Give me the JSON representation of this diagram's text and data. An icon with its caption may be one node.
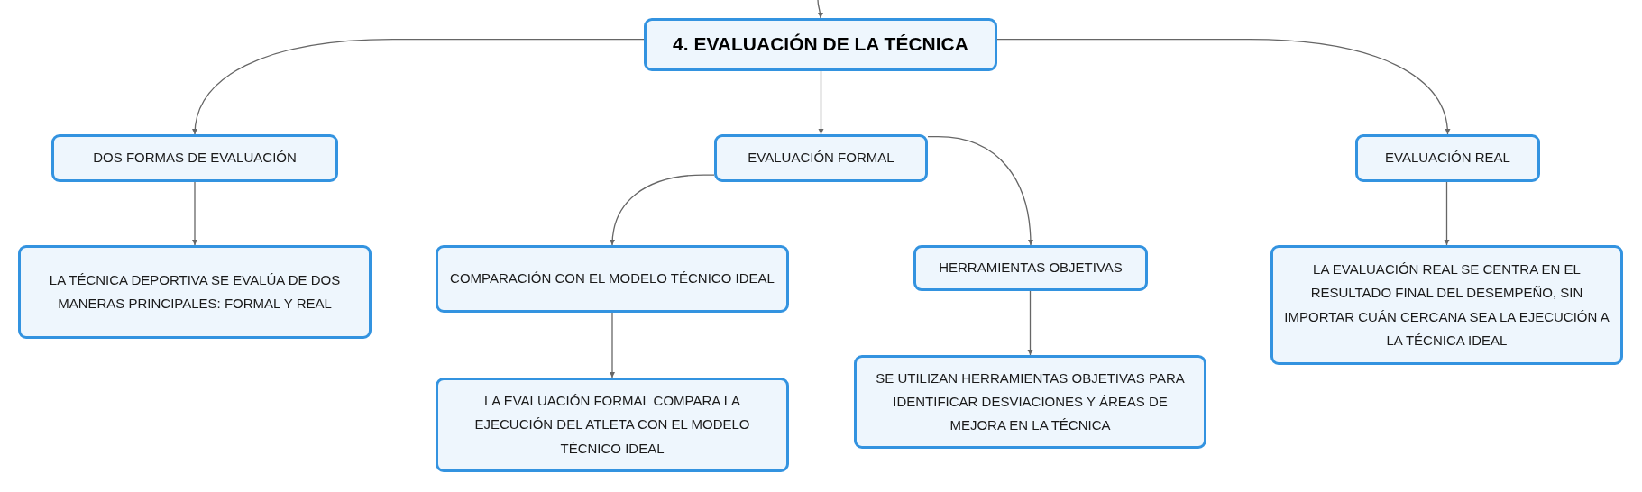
{
  "diagram": {
    "nodes": [
      {
        "text": [
          "4. EVALUACIÓN DE LA TÉCNICA"
        ]
      },
      {
        "text": [
          "DOS FORMAS DE EVALUACIÓN"
        ]
      },
      {
        "text": [
          "EVALUACIÓN FORMAL"
        ]
      },
      {
        "text": [
          "EVALUACIÓN REAL"
        ]
      },
      {
        "text": [
          "LA TÉCNICA DEPORTIVA SE EVALÚA DE DOS MANERAS PRINCIPALES: FORMAL Y REAL"
        ]
      },
      {
        "text": [
          "COMPARACIÓN CON EL MODELO TÉCNICO IDEAL"
        ]
      },
      {
        "text": [
          "HERRAMIENTAS OBJETIVAS"
        ]
      },
      {
        "text": [
          "LA EVALUACIÓN FORMAL COMPARA LA EJECUCIÓN DEL ATLETA CON EL MODELO TÉCNICO IDEAL"
        ]
      },
      {
        "text": [
          "SE UTILIZAN HERRAMIENTAS OBJETIVAS PARA IDENTIFICAR DESVIACIONES Y ÁREAS DE MEJORA EN LA TÉCNICA"
        ]
      },
      {
        "text": [
          "LA EVALUACIÓN REAL SE CENTRA EN EL RESULTADO FINAL DEL DESEMPEÑO, SIN IMPORTAR CUÁN CERCANA SEA LA EJECUCIÓN A LA TÉCNICA IDEAL"
        ]
      }
    ],
    "edges": [
      {
        "from": null,
        "to": 0,
        "arrow": "to"
      },
      {
        "from": 0,
        "to": 1,
        "arrow": "to"
      },
      {
        "from": 0,
        "to": 2,
        "arrow": "to"
      },
      {
        "from": 0,
        "to": 3,
        "arrow": "to"
      },
      {
        "from": 1,
        "to": 4,
        "arrow": "to"
      },
      {
        "from": 2,
        "to": 5,
        "arrow": "to"
      },
      {
        "from": 2,
        "to": 6,
        "arrow": "to"
      },
      {
        "from": 5,
        "to": 7,
        "arrow": "to"
      },
      {
        "from": 6,
        "to": 8,
        "arrow": "to"
      },
      {
        "from": 3,
        "to": 9,
        "arrow": "to"
      }
    ]
  }
}
